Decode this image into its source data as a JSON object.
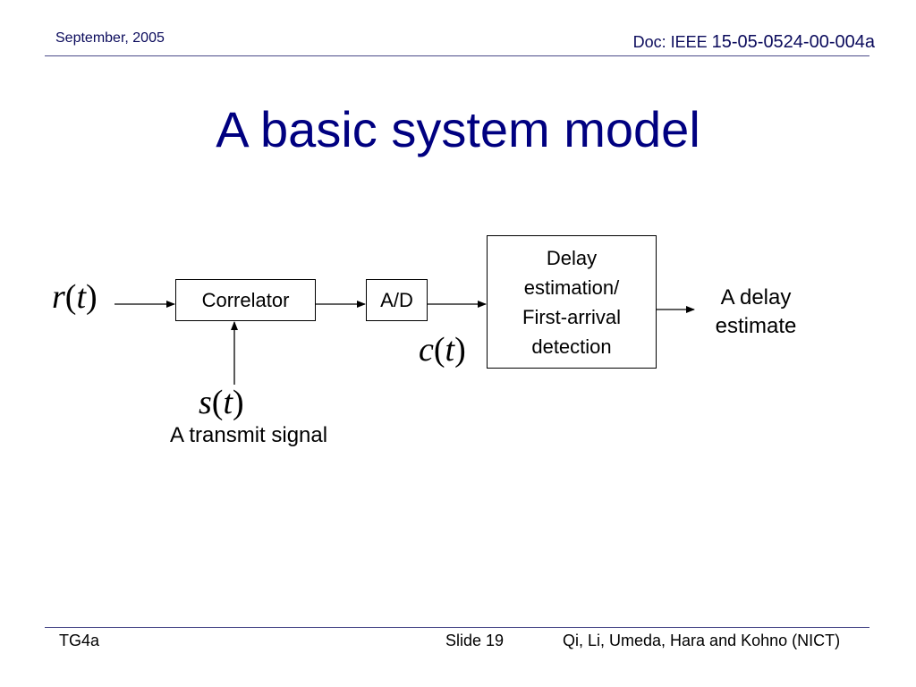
{
  "header": {
    "date": "September, 2005",
    "doc_prefix": "Doc: IEEE",
    "doc_number": "15-05-0524-00-004a"
  },
  "slide": {
    "title": "A basic system model"
  },
  "diagram": {
    "input_signal": {
      "fn": "r",
      "arg": "t"
    },
    "reference_signal": {
      "fn": "s",
      "arg": "t"
    },
    "output_of_ad": {
      "fn": "c",
      "arg": "t"
    },
    "blocks": {
      "correlator": "Correlator",
      "ad": "A/D",
      "delay": [
        "Delay",
        "estimation/",
        "First-arrival",
        "detection"
      ]
    },
    "output_label": [
      "A delay",
      "estimate"
    ],
    "transmit_label": "A transmit signal"
  },
  "footer": {
    "left": "TG4a",
    "center": "Slide 19",
    "right": "Qi, Li, Umeda, Hara and Kohno (NICT)"
  }
}
